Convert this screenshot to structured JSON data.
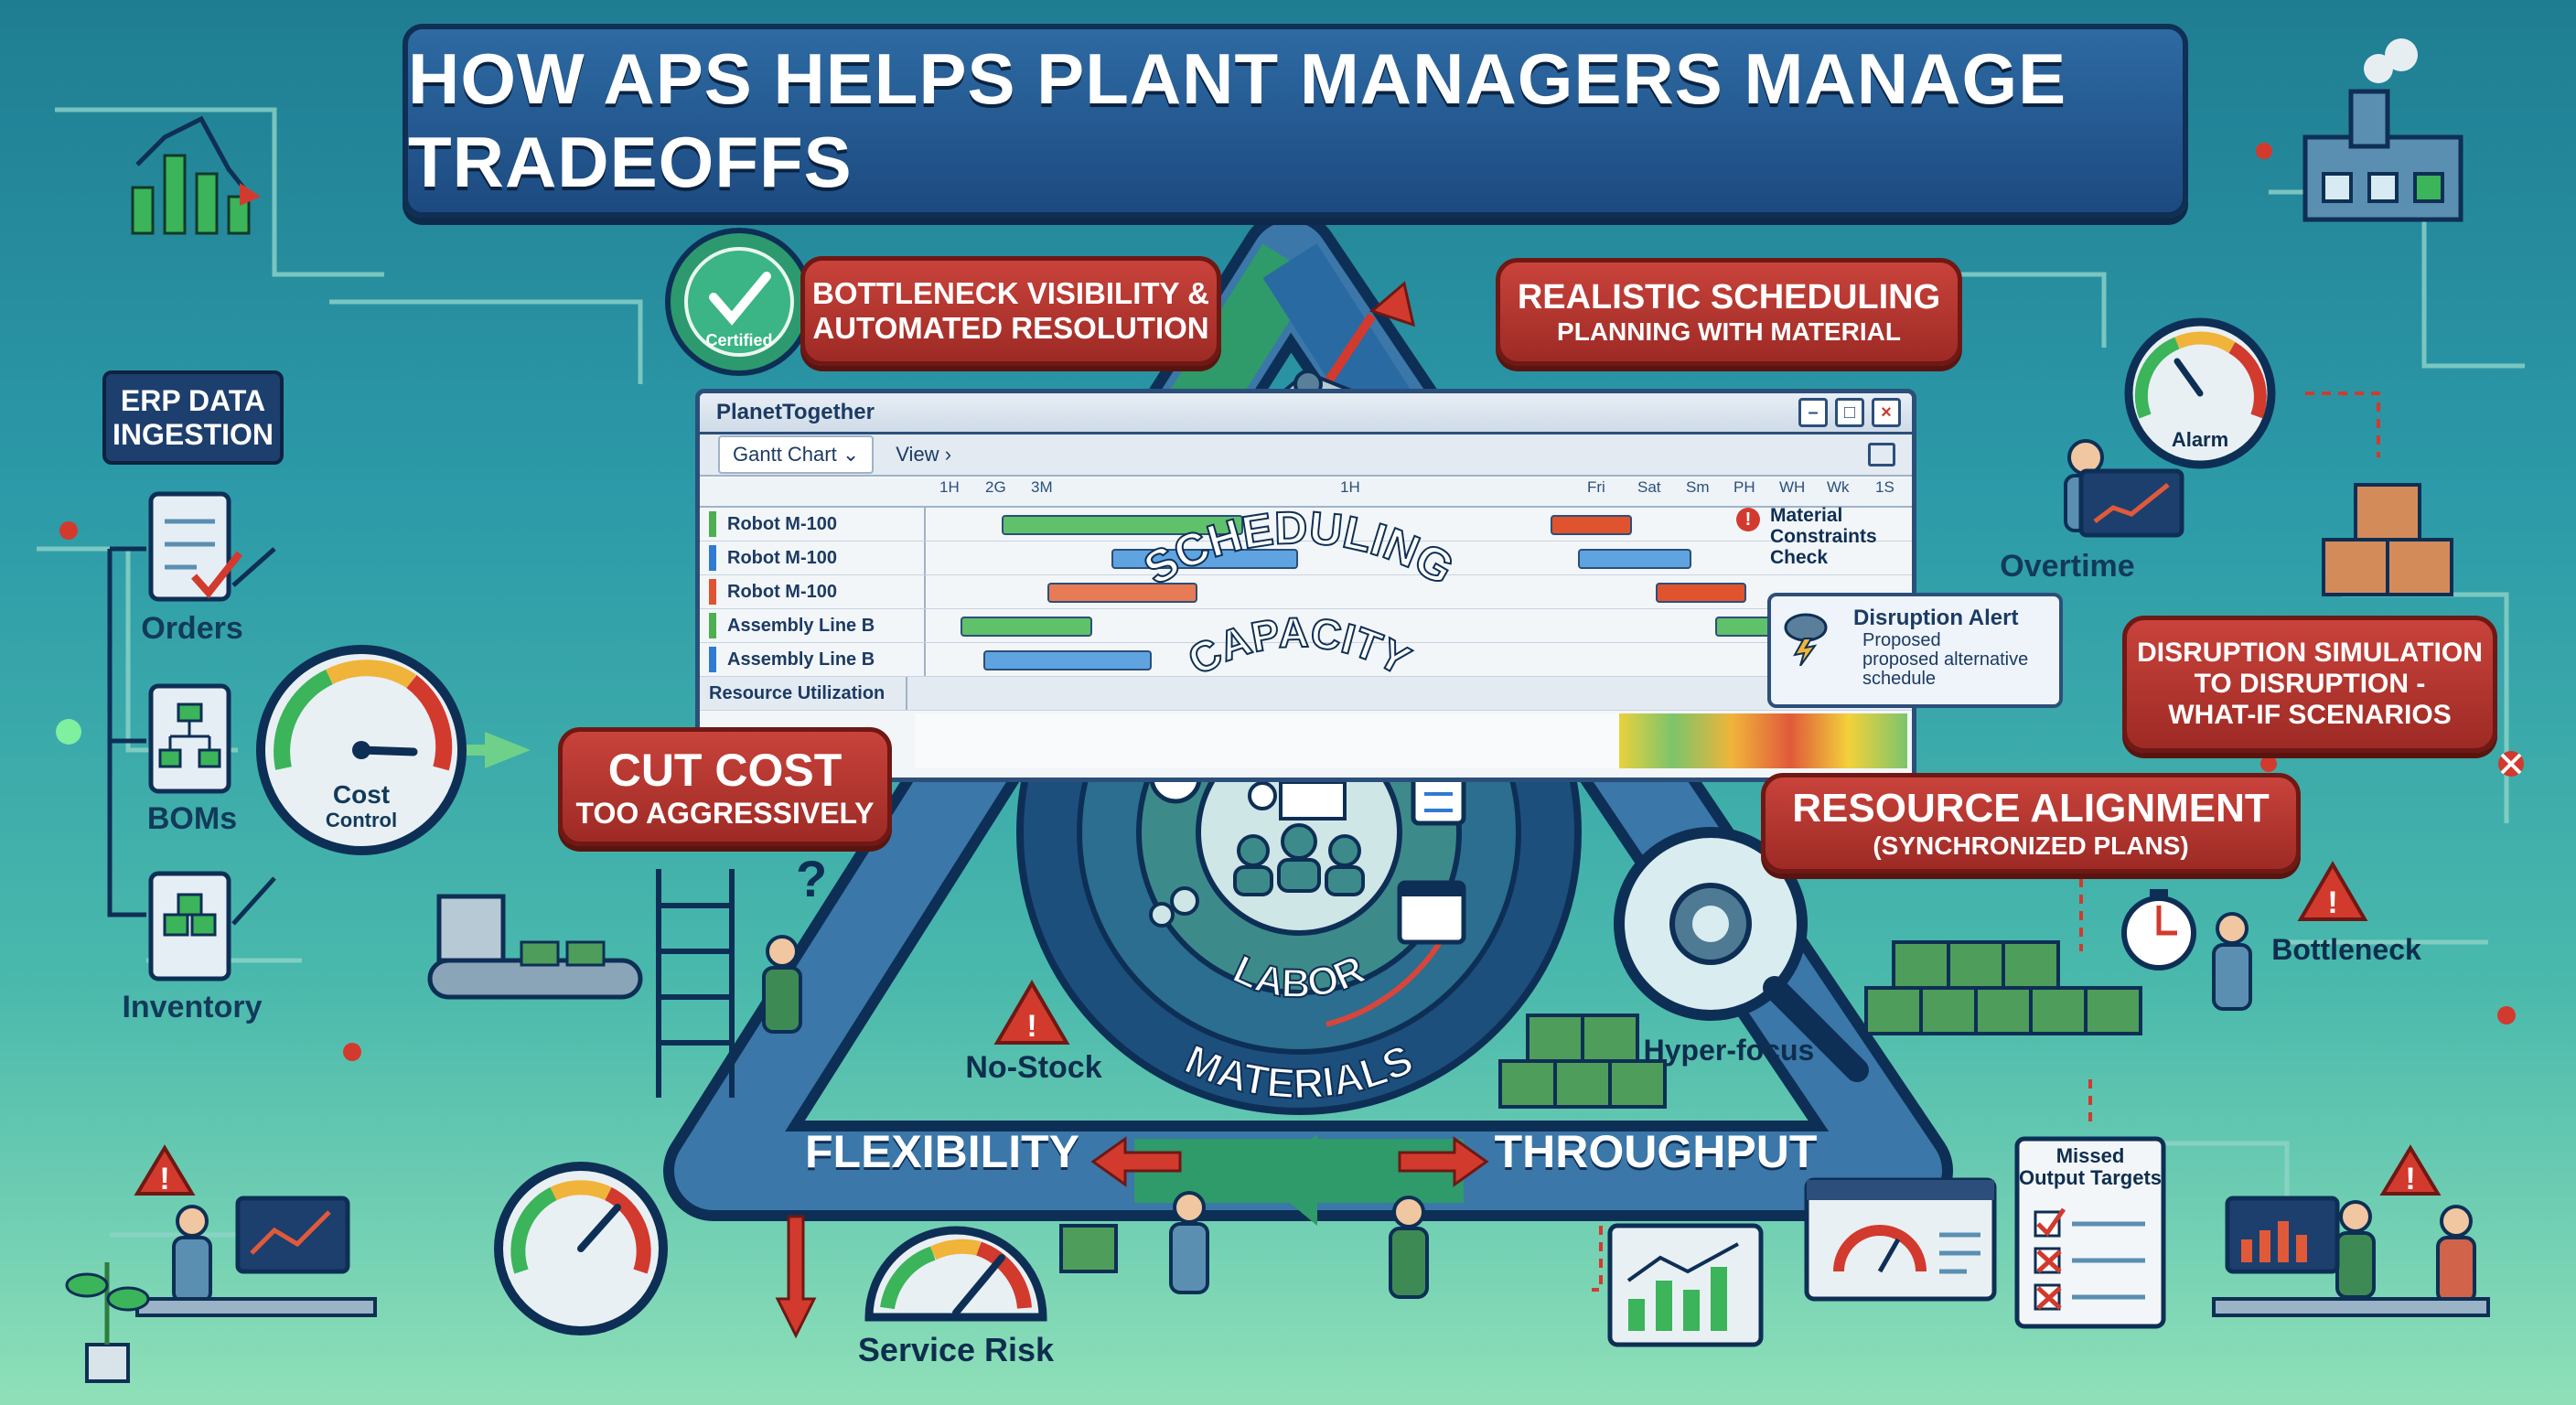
{
  "title": "HOW APS HELPS PLANT MANAGERS MANAGE TRADEOFFS",
  "callouts": {
    "bottleneck_visibility": {
      "line1": "BOTTLENECK VISIBILITY &",
      "line2": "AUTOMATED RESOLUTION"
    },
    "certified": "Certified",
    "realistic_scheduling": {
      "line1": "REALISTIC SCHEDULING",
      "line2": "PLANNING WITH MATERIAL"
    },
    "cut_cost": {
      "line1": "CUT COST",
      "line2": "TOO AGGRESSIVELY"
    },
    "resource_alignment": {
      "line1": "RESOURCE ALIGNMENT",
      "line2": "(SYNCHRONIZED PLANS)"
    },
    "disruption_simulation": {
      "line1": "DISRUPTION SIMULATION",
      "line2": "TO DISRUPTION -",
      "line3": "WHAT-IF SCENARIOS"
    }
  },
  "erp": {
    "line1": "ERP DATA",
    "line2": "INGESTION",
    "items": [
      "Orders",
      "BOMs",
      "Inventory"
    ]
  },
  "gauges": {
    "cost": {
      "line1": "Cost",
      "line2": "Control"
    },
    "alarm": "Alarm",
    "service_risk": "Service Risk"
  },
  "window": {
    "app_name": "PlanetTogether",
    "tab1": "Gantt Chart",
    "tab2": "View",
    "ticks": [
      "1H",
      "2G",
      "3M",
      "1H",
      "Fri",
      "Sat",
      "Sm",
      "PH",
      "WH",
      "Wk",
      "1S"
    ],
    "rows": [
      {
        "name": "Robot M-100",
        "color": "#4caf50"
      },
      {
        "name": "Robot M-100",
        "color": "#2e7bd1"
      },
      {
        "name": "Robot M-100",
        "color": "#e0532f"
      },
      {
        "name": "Assembly Line B",
        "color": "#4caf50"
      },
      {
        "name": "Assembly Line B",
        "color": "#2e7bd1"
      }
    ],
    "utilization": "Resource Utilization",
    "material_check": {
      "line1": "Material",
      "line2": "Constraints",
      "line3": "Check"
    },
    "disruption_alert": {
      "title": "Disruption Alert",
      "line1": "Proposed",
      "line2": "proposed alternative",
      "line3": "schedule"
    }
  },
  "ring": {
    "scheduling": "SCHEDULING",
    "capacity": "CAPACITY",
    "labor": "LABOR",
    "materials": "MATERIALS"
  },
  "triangle": {
    "flexibility": "FLEXIBILITY",
    "throughput": "THROUGHPUT"
  },
  "labels": {
    "overtime": "Overtime",
    "bottleneck": "Bottleneck",
    "no_stock": "No-Stock",
    "hyper_focus": "Hyper-focus",
    "missed_targets": {
      "line1": "Missed",
      "line2": "Output Targets"
    }
  },
  "colors": {
    "accent_red": "#b8372f",
    "navy": "#1d3f6e",
    "teal": "#2c9aa8",
    "green": "#4caf50"
  }
}
